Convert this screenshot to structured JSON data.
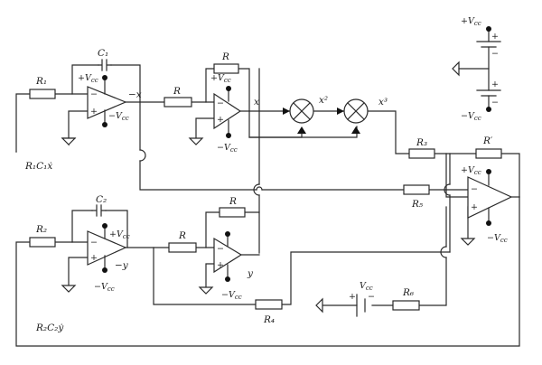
{
  "labels": {
    "R1": "R₁",
    "C1": "C₁",
    "R_a": "R",
    "R_b": "R",
    "R_c": "R",
    "R_d": "R",
    "R2": "R₂",
    "C2": "C₂",
    "R3": "R₃",
    "Rp": "R′",
    "R4": "R₄",
    "R5": "R₅",
    "R6": "R₆",
    "vcc_p": "+V",
    "vcc_n": "−V",
    "vcc_sub": "cc",
    "vcc_plain": "V",
    "out_neg_x": "−x",
    "out_x": "x",
    "out_neg_y": "−y",
    "out_y": "y",
    "x2": "x²",
    "x3": "x³",
    "feedback_x": "R₁C₁ẋ",
    "feedback_y": "R₂C₂ẏ",
    "minus": "−",
    "plus": "+"
  }
}
